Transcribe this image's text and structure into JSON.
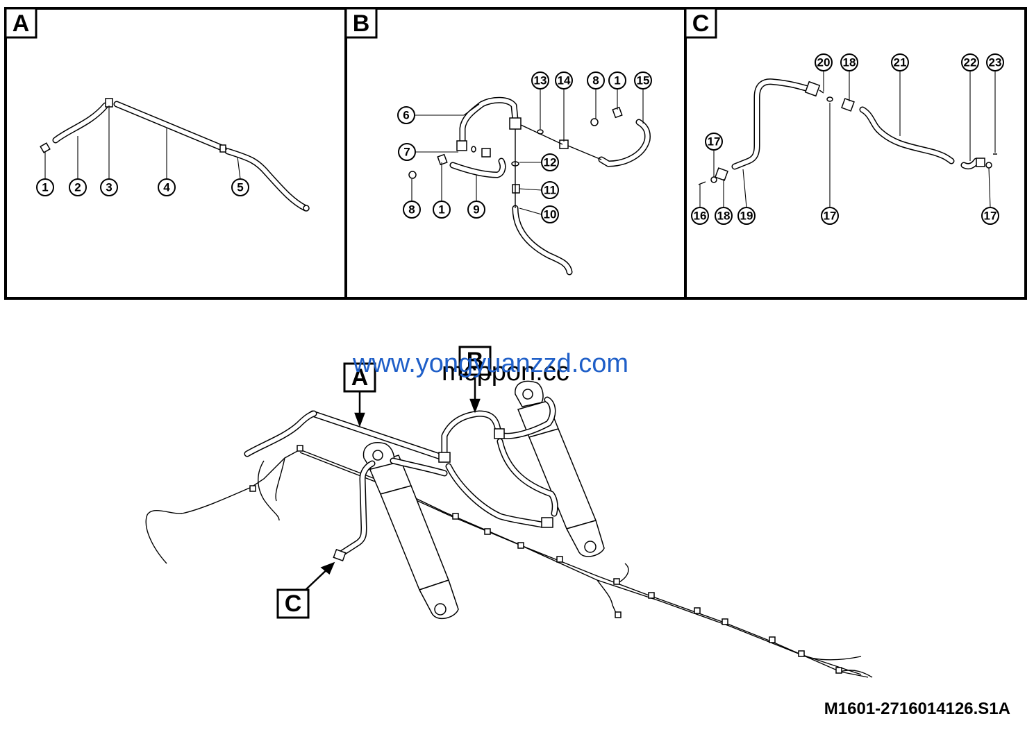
{
  "panels": [
    {
      "label": "A"
    },
    {
      "label": "B"
    },
    {
      "label": "C"
    }
  ],
  "callouts_a": [
    "1",
    "2",
    "3",
    "4",
    "5"
  ],
  "callouts_b": [
    "13",
    "14",
    "8",
    "1",
    "15",
    "6",
    "7",
    "12",
    "11",
    "10",
    "8",
    "1",
    "9"
  ],
  "callouts_c": [
    "20",
    "18",
    "21",
    "22",
    "23",
    "17",
    "16",
    "18",
    "19",
    "17",
    "17"
  ],
  "overview_labels": [
    "A",
    "B",
    "C"
  ],
  "watermark_primary": "www.yongyuanzzd.com",
  "watermark_secondary": "mcppon.cc",
  "document_id": "M1601-2716014126.S1A"
}
